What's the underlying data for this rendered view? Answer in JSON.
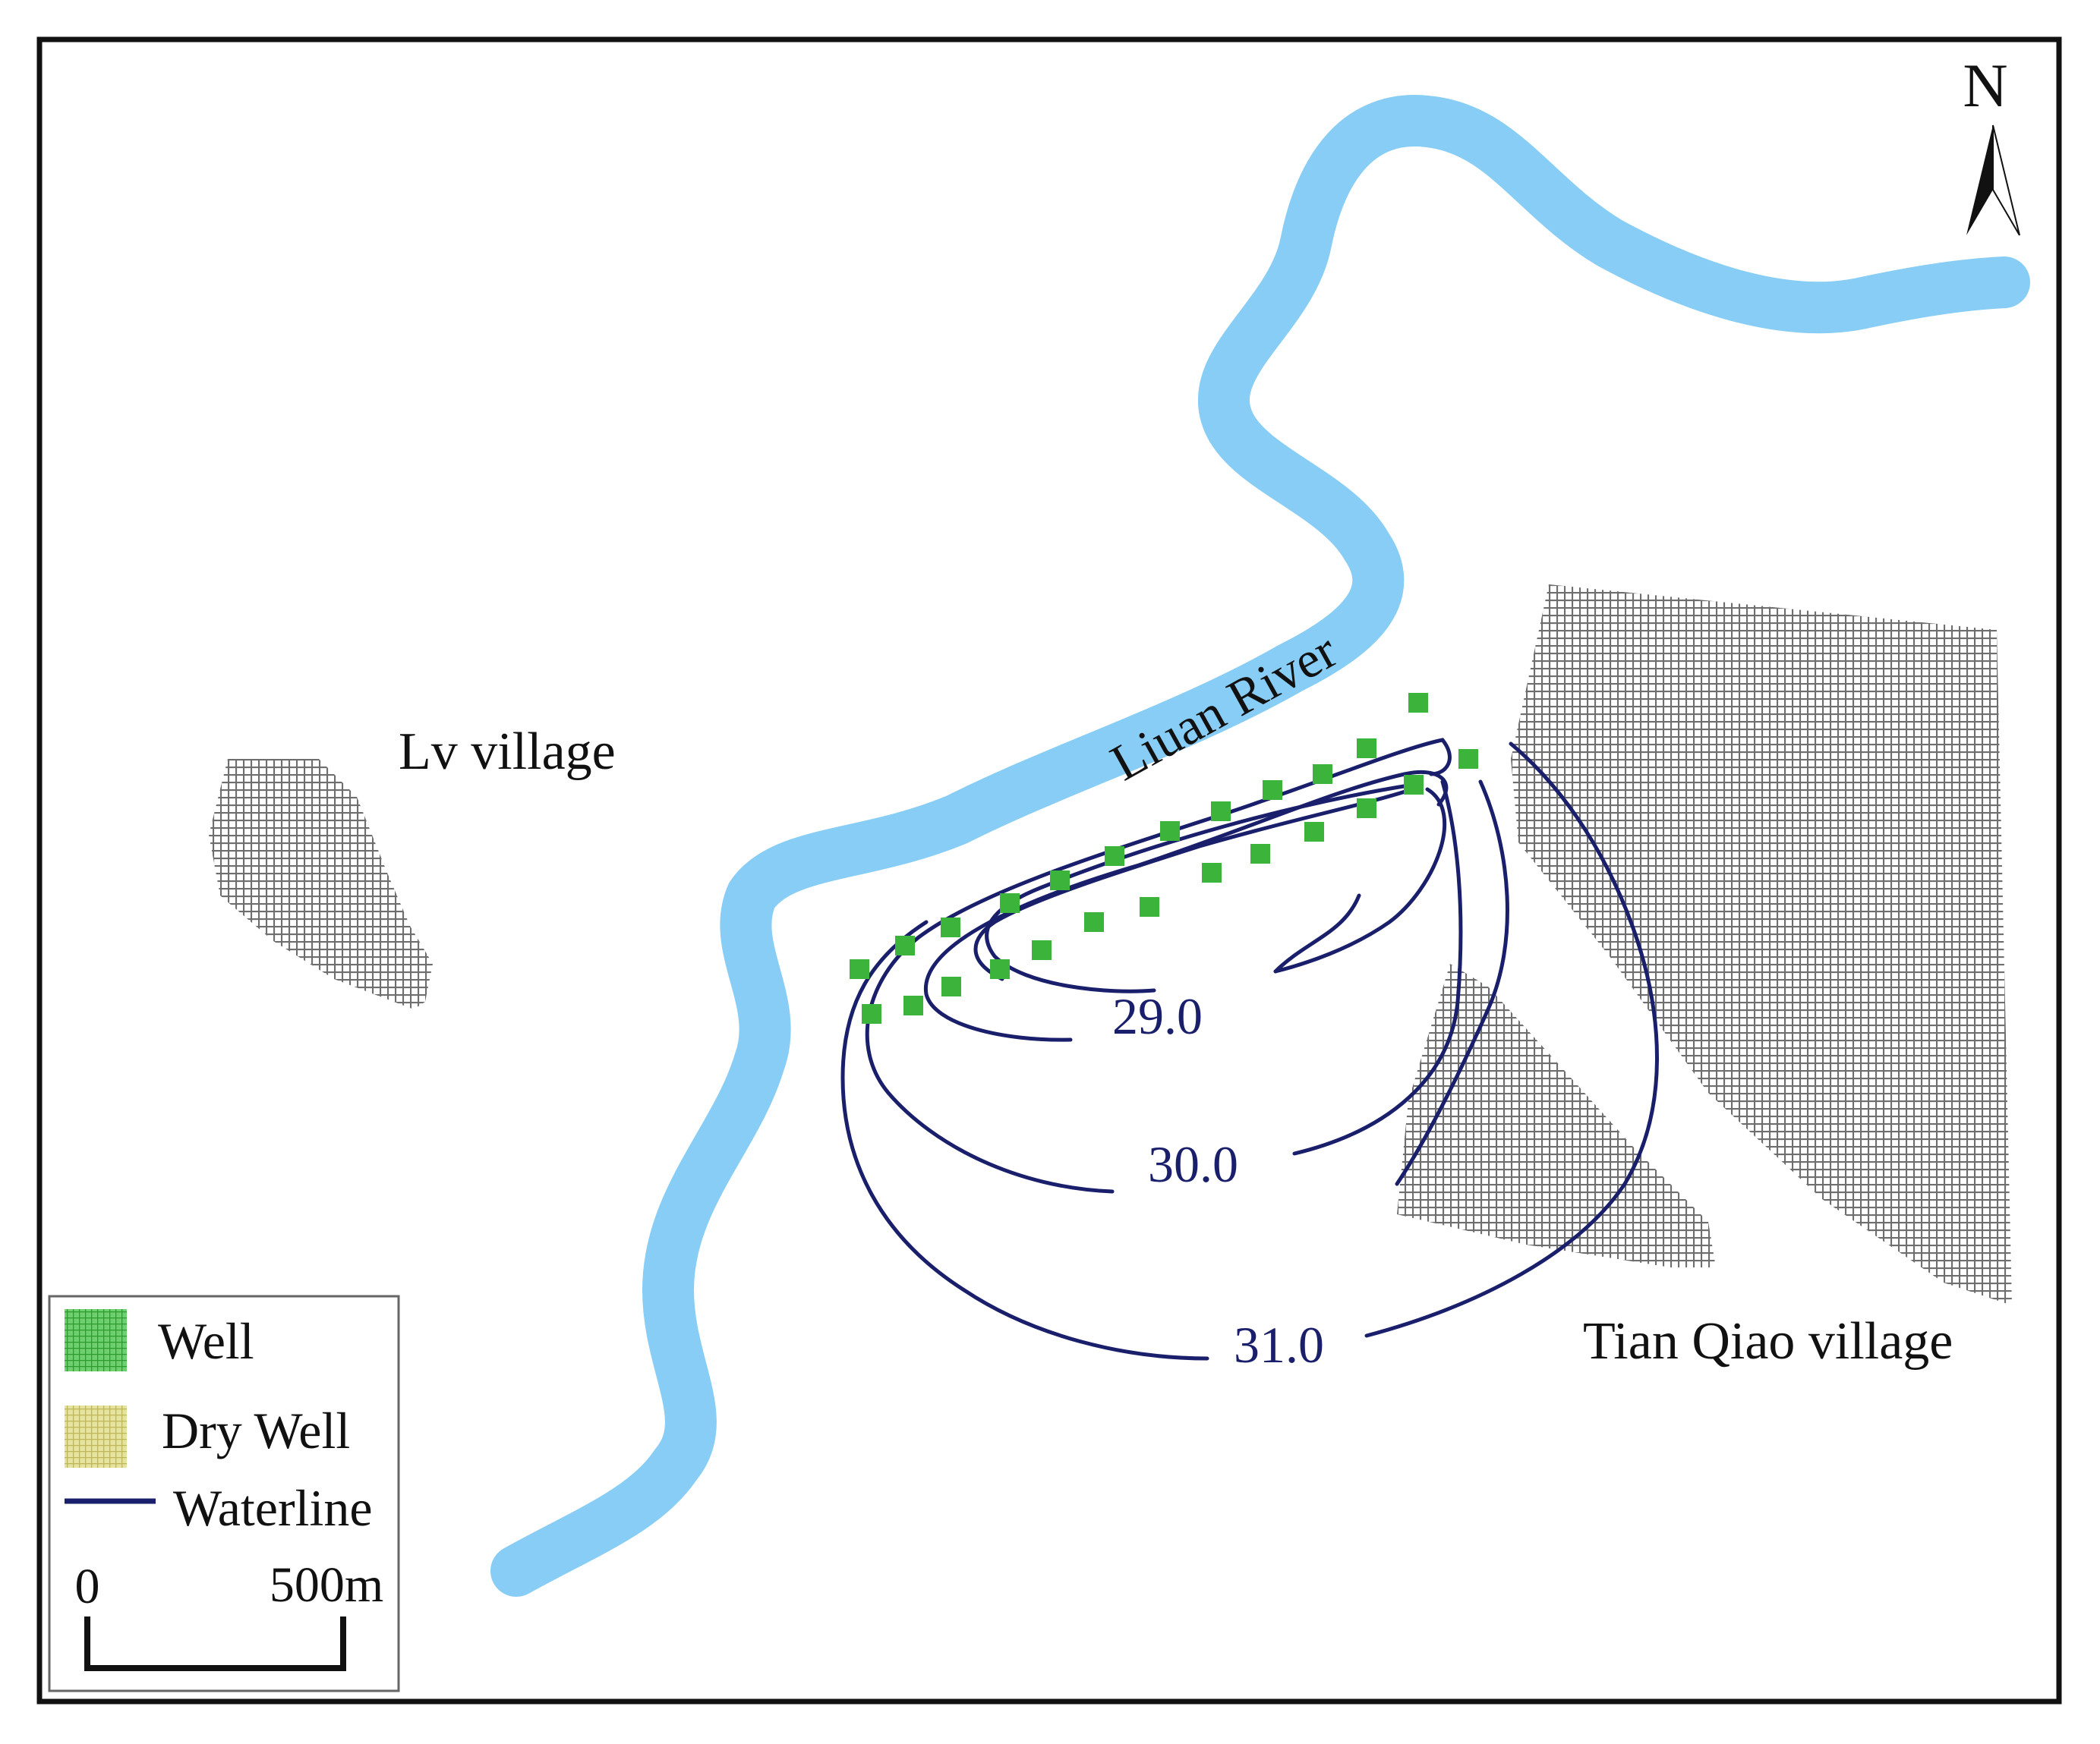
{
  "places": {
    "lv_village": "Lv village",
    "tian_qiao_village": "Tian Qiao village",
    "river": "Liuan River"
  },
  "compass": {
    "label": "N"
  },
  "contours": [
    {
      "key": "c29",
      "label": "29.0"
    },
    {
      "key": "c30",
      "label": "30.0"
    },
    {
      "key": "c31",
      "label": "31.0"
    }
  ],
  "legend": {
    "well": "Well",
    "dry_well": "Dry Well",
    "waterline": "Waterline"
  },
  "scale_bar": {
    "start": "0",
    "end": "500m"
  },
  "colors": {
    "river": "#87cdf5",
    "well": "#3cb43c",
    "dry_well": "#d8d37a",
    "waterline": "#1a1f6b",
    "village_hatch": "#6e6e6e",
    "frame": "#111111"
  }
}
